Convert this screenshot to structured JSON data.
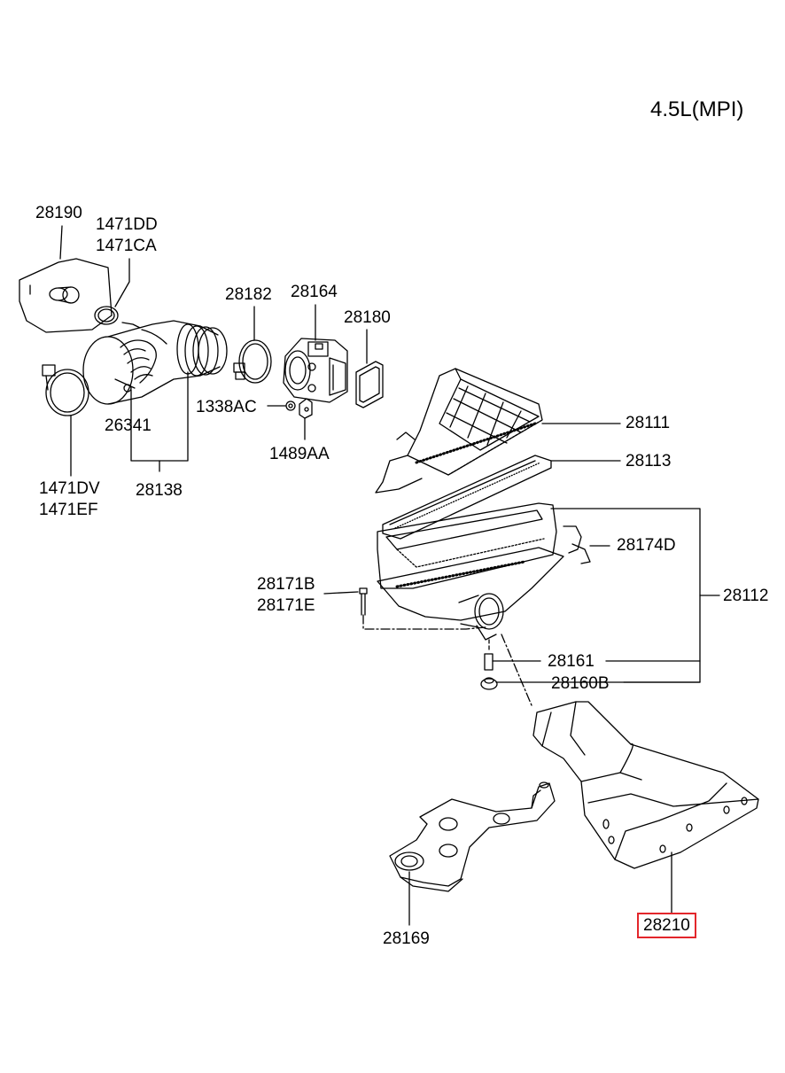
{
  "engine": "4.5L(MPI)",
  "highlight_color": "#e3262b",
  "labels": {
    "p28190": "28190",
    "p1471DD": "1471DD",
    "p1471CA": "1471CA",
    "p28182": "28182",
    "p28164": "28164",
    "p28180": "28180",
    "p1338AC": "1338AC",
    "p26341": "26341",
    "p1489AA": "1489AA",
    "p1471DV": "1471DV",
    "p1471EF": "1471EF",
    "p28138": "28138",
    "p28111": "28111",
    "p28113": "28113",
    "p28174D": "28174D",
    "p28112": "28112",
    "p28171B": "28171B",
    "p28171E": "28171E",
    "p28161": "28161",
    "p28160B": "28160B",
    "p28169": "28169",
    "p28210": "28210"
  }
}
